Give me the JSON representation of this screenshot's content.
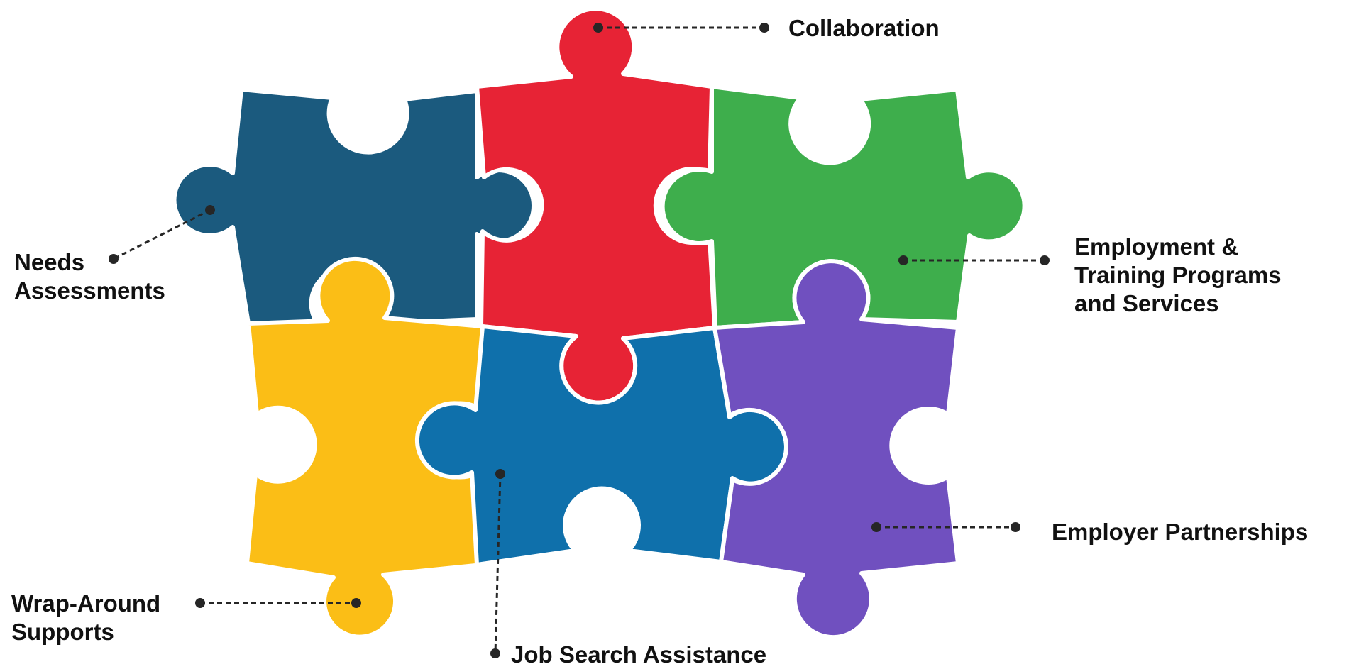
{
  "pieces": [
    {
      "id": "needs-assessments",
      "color": "#1b5a7e"
    },
    {
      "id": "collaboration",
      "color": "#e72335"
    },
    {
      "id": "employment-training",
      "color": "#3eae4c"
    },
    {
      "id": "wrap-around-supports",
      "color": "#fbbe16"
    },
    {
      "id": "job-search-assistance",
      "color": "#0f70ab"
    },
    {
      "id": "employer-partnerships",
      "color": "#7050bf"
    }
  ],
  "labels": {
    "collaboration": [
      "Collaboration"
    ],
    "needs_assessments": [
      "Needs",
      "Assessments"
    ],
    "employment_training": [
      "Employment &",
      "Training Programs",
      "and Services"
    ],
    "employer_partnerships": [
      "Employer Partnerships"
    ],
    "wrap_around_supports": [
      "Wrap-Around",
      "Supports"
    ],
    "job_search_assistance": [
      "Job Search Assistance"
    ]
  },
  "colors": {
    "leader": "#262626",
    "text": "#111111"
  }
}
